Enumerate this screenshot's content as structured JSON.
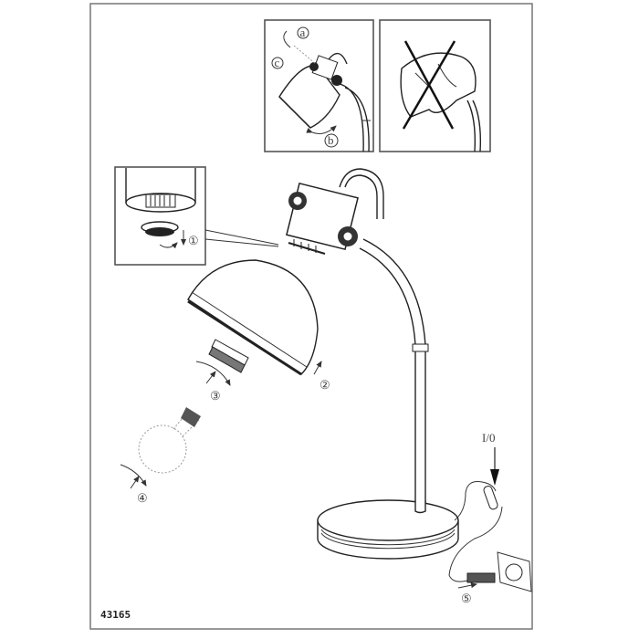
{
  "diagram": {
    "model_number": "43165",
    "switch_label": "I/0",
    "steps": [
      "①",
      "②",
      "③",
      "④",
      "⑤"
    ],
    "detail_labels": {
      "a": "a",
      "b": "b",
      "c": "c"
    }
  }
}
